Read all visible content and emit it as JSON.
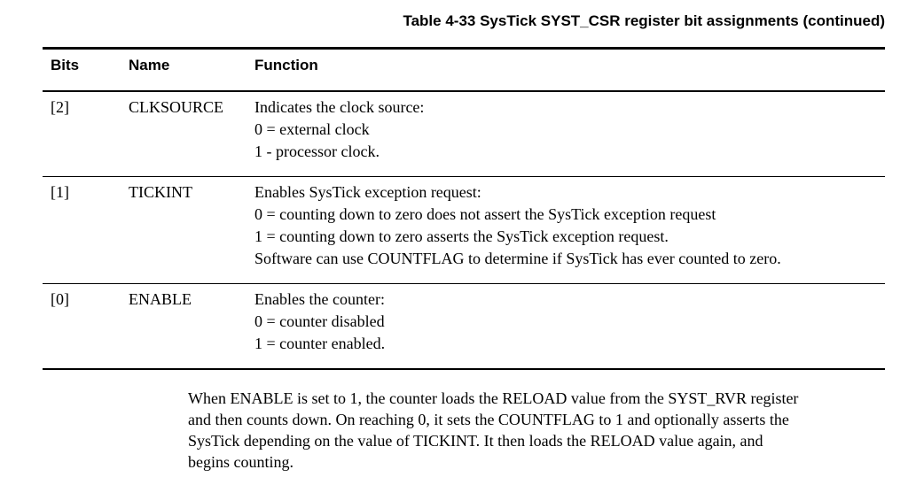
{
  "table_caption": "Table 4-33 SysTick SYST_CSR register bit assignments (continued)",
  "table": {
    "headers": [
      "Bits",
      "Name",
      "Function"
    ],
    "rows": [
      {
        "bits": "[2]",
        "name": "CLKSOURCE",
        "function_lines": [
          "Indicates the clock source:",
          "0 = external clock",
          "1 - processor clock."
        ]
      },
      {
        "bits": "[1]",
        "name": "TICKINT",
        "function_lines": [
          "Enables SysTick exception request:",
          "0 = counting down to zero does not assert the SysTick exception request",
          "1 = counting down to zero asserts the SysTick exception request.",
          "Software can use COUNTFLAG to determine if SysTick has ever counted to zero."
        ]
      },
      {
        "bits": "[0]",
        "name": "ENABLE",
        "function_lines": [
          "Enables the counter:",
          "0 = counter disabled",
          "1 = counter enabled."
        ]
      }
    ]
  },
  "note_lines": [
    "When ENABLE is set to 1, the counter loads the RELOAD value from the SYST_RVR register",
    "and then counts down. On reaching 0, it sets the COUNTFLAG to 1 and optionally asserts the",
    "SysTick depending on the value of TICKINT. It then loads the RELOAD value again, and",
    "begins counting."
  ]
}
